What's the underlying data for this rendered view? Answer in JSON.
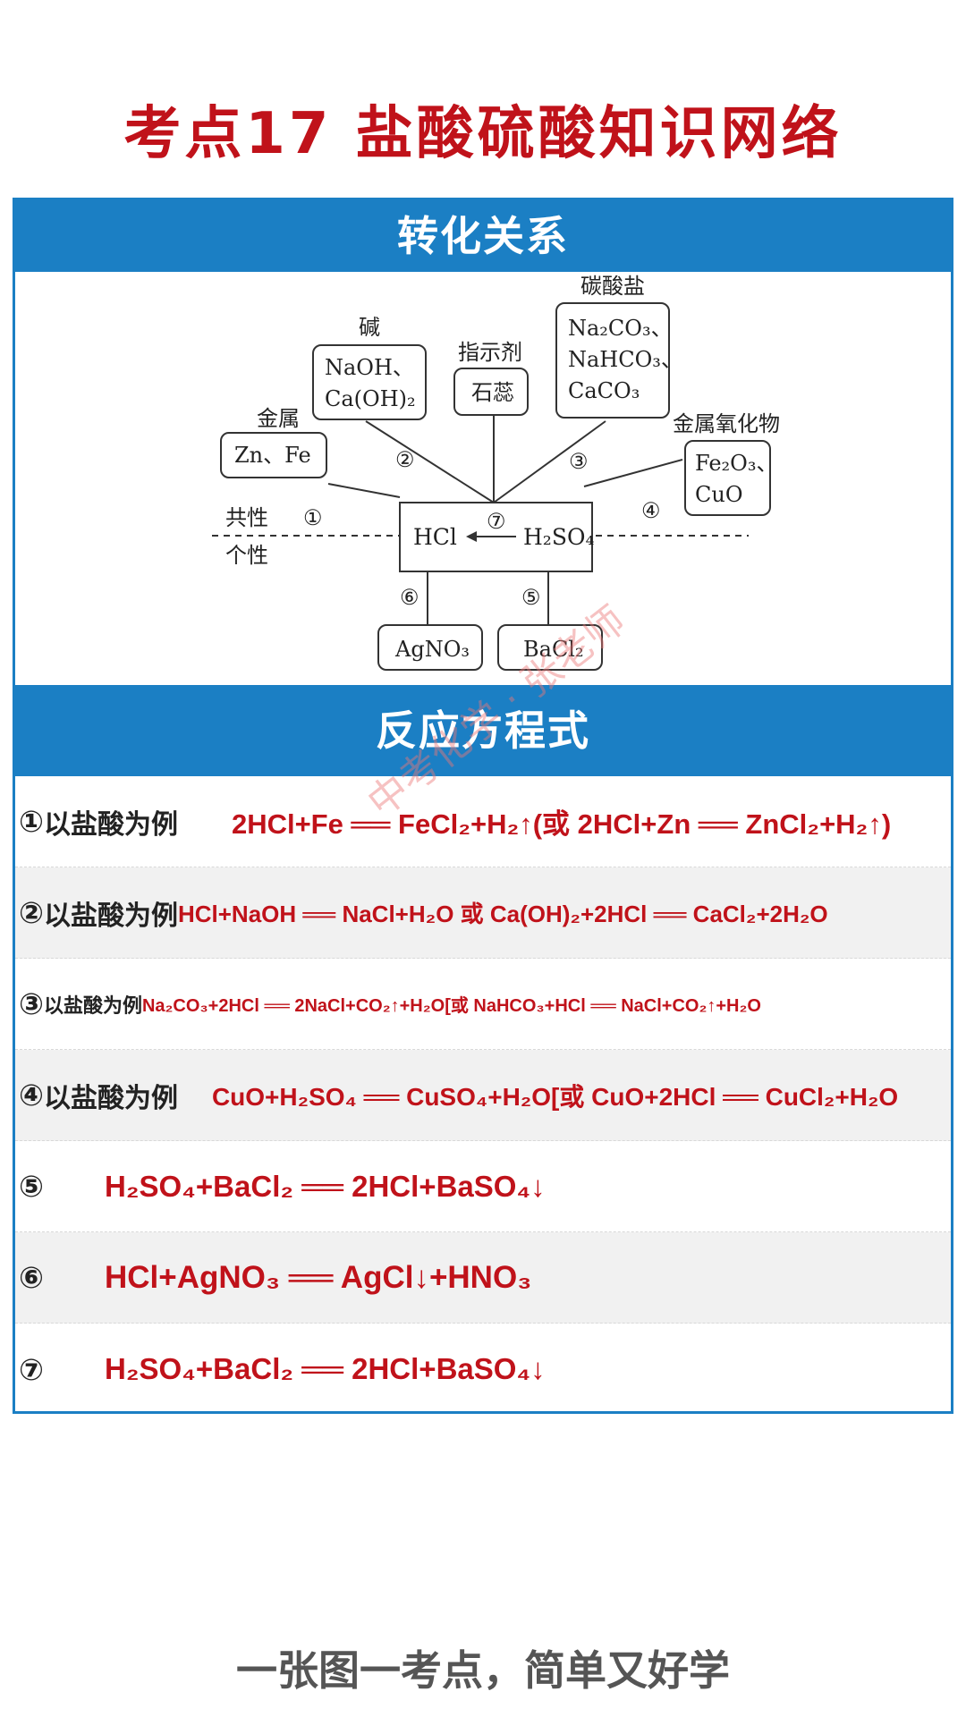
{
  "title": "考点17  盐酸硫酸知识网络",
  "section1_title": "转化关系",
  "section2_title": "反应方程式",
  "diagram": {
    "groups": {
      "metal": {
        "label": "金属",
        "items": [
          "Zn、Fe"
        ]
      },
      "base": {
        "label": "碱",
        "items": [
          "NaOH、",
          "Ca(OH)₂"
        ]
      },
      "indicator": {
        "label": "指示剂",
        "items": [
          "石蕊"
        ]
      },
      "carbonate": {
        "label": "碳酸盐",
        "items": [
          "Na₂CO₃、",
          "NaHCO₃、",
          "CaCO₃"
        ]
      },
      "metal_oxide": {
        "label": "金属氧化物",
        "items": [
          "Fe₂O₃、",
          "CuO"
        ]
      }
    },
    "common_label": "共性",
    "specific_label": "个性",
    "hcl": "HCl",
    "h2so4": "H₂SO₄",
    "agno3": "AgNO₃",
    "bacl2": "BaCl₂",
    "markers": [
      "①",
      "②",
      "③",
      "④",
      "⑤",
      "⑥",
      "⑦"
    ]
  },
  "reactions": [
    {
      "num": "①",
      "label": "以盐酸为例",
      "equation": "2HCl+Fe ══ FeCl₂+H₂↑(或 2HCl+Zn ══ ZnCl₂+H₂↑)"
    },
    {
      "num": "②",
      "label": "以盐酸为例",
      "equation": "HCl+NaOH ══ NaCl+H₂O 或 Ca(OH)₂+2HCl ══ CaCl₂+2H₂O"
    },
    {
      "num": "③",
      "label": "以盐酸为例",
      "equation": "Na₂CO₃+2HCl ══ 2NaCl+CO₂↑+H₂O[或 NaHCO₃+HCl ══ NaCl+CO₂↑+H₂O"
    },
    {
      "num": "④",
      "label": "以盐酸为例",
      "equation": "CuO+H₂SO₄ ══ CuSO₄+H₂O[或 CuO+2HCl ══ CuCl₂+H₂O"
    },
    {
      "num": "⑤",
      "label": "",
      "equation": "H₂SO₄+BaCl₂ ══ 2HCl+BaSO₄↓"
    },
    {
      "num": "⑥",
      "label": "",
      "equation": "HCl+AgNO₃ ══ AgCl↓+HNO₃"
    },
    {
      "num": "⑦",
      "label": "",
      "equation": "H₂SO₄+BaCl₂ ══ 2HCl+BaSO₄↓"
    }
  ],
  "watermark": "中考化学 · 张老师",
  "footer": "一张图一考点，简单又好学"
}
